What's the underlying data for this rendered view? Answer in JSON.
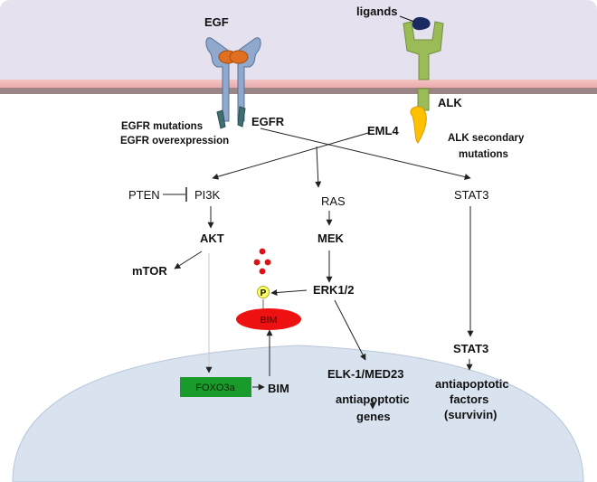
{
  "labels": {
    "egf": "EGF",
    "ligands": "ligands",
    "alk": "ALK",
    "egfr_mut_1": "EGFR mutations",
    "egfr_mut_2": "EGFR  overexpression",
    "egfr": "EGFR",
    "eml4": "EML4",
    "alk_sec_1": "ALK secondary",
    "alk_sec_2": "mutations",
    "pten": "PTEN",
    "pi3k": "PI3K",
    "ras": "RAS",
    "stat3_top": "STAT3",
    "akt": "AKT",
    "mek": "MEK",
    "mtor": "mTOR",
    "phospho": "P",
    "erk": "ERK1/2",
    "bim_oval": "BIM",
    "stat3_bottom": "STAT3",
    "elk": "ELK-1/MED23",
    "anti_genes_1": "antiapoptotic",
    "anti_genes_2": "genes",
    "foxo3a": "FOXO3a",
    "bim_nuc": "BIM",
    "anti_factors_1": "antiapoptotic",
    "anti_factors_2": "factors",
    "anti_factors_3": "(survivin)"
  },
  "colors": {
    "extracellular": "#e6e1ee",
    "membrane_top": "#f2b9b9",
    "membrane_bottom": "#9b8585",
    "nucleus": "#d9e3f0",
    "egfr_receptor": "#8fa8cc",
    "egf_ligand": "#e07020",
    "alk_receptor": "#9bbb59",
    "ligand_dark": "#1a2a60",
    "alk_kinase": "#ffc000",
    "bim_oval": "#ee1111",
    "foxo3a_box": "#1a9a2a",
    "phospho": "#ffff66",
    "red_dots": "#dd1111"
  }
}
